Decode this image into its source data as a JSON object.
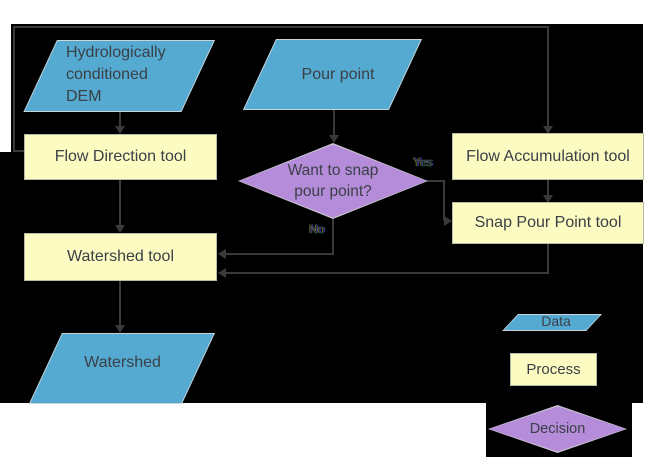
{
  "nodes": {
    "dem": {
      "line1": "Hydrologically",
      "line2": "conditioned",
      "line3": "DEM"
    },
    "pour_point": {
      "label": "Pour point"
    },
    "flow_direction": {
      "label": "Flow Direction tool"
    },
    "flow_accumulation": {
      "label": "Flow Accumulation tool"
    },
    "snap_pour_point": {
      "label": "Snap Pour Point tool"
    },
    "decision": {
      "line1": "Want to snap",
      "line2": "pour point?"
    },
    "watershed_tool": {
      "label": "Watershed tool"
    },
    "watershed": {
      "label": "Watershed"
    }
  },
  "edge_labels": {
    "yes": "Yes",
    "no": "No"
  },
  "legend": {
    "data_label": "Data",
    "process_label": "Process",
    "decision_label": "Decision"
  },
  "colors": {
    "background": "#000000",
    "data_fill": "#55aad2",
    "process_fill": "#fcfbc1",
    "decision_fill": "#b48cd9",
    "connector": "#3a3a3a"
  }
}
